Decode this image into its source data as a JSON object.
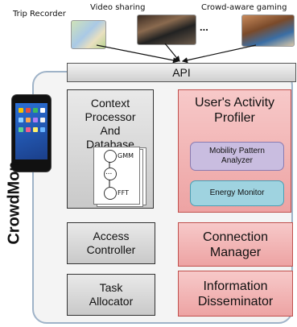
{
  "apps": {
    "trip_recorder": "Trip Recorder",
    "video_sharing": "Video sharing",
    "ellipsis": "...",
    "crowd_gaming": "Crowd-aware gaming"
  },
  "api": "API",
  "framework_name": "CrowdMon",
  "context_processor": {
    "label": "Context Processor And Database",
    "nodes": {
      "top": "GMM",
      "middle": "...",
      "bottom": "FFT"
    }
  },
  "activity_profiler": {
    "label": "User's Activity Profiler",
    "mobility": "Mobility Pattern Analyzer",
    "energy": "Energy Monitor"
  },
  "access_controller": "Access Controller",
  "connection_manager": "Connection Manager",
  "task_allocator": "Task Allocator",
  "info_disseminator": "Information Disseminator",
  "colors": {
    "gray_box": "#d9d9d9",
    "pink_box": "#f2b3b3",
    "pink_border": "#c0504d",
    "lavender": "#c9bde0",
    "teal": "#9fd3e0",
    "frame_border": "#9fb3c8"
  }
}
